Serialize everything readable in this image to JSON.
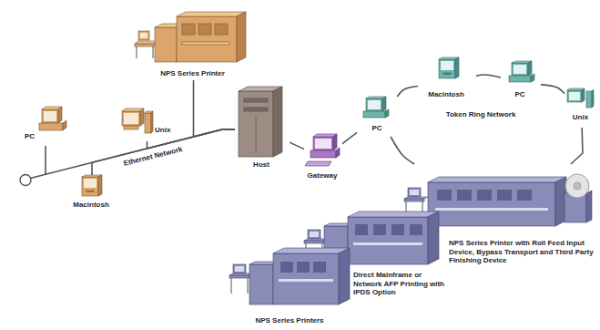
{
  "diagram": {
    "nodes": [
      {
        "text": [
          "NPS Series Printer"
        ]
      },
      {
        "text": [
          "PC"
        ]
      },
      {
        "text": [
          "Unix"
        ]
      },
      {
        "text": [
          "Macintosh"
        ]
      },
      {
        "text": [
          "Host"
        ]
      },
      {
        "text": [
          "Gateway"
        ]
      },
      {
        "text": [
          "PC"
        ]
      },
      {
        "text": [
          "Macintosh"
        ]
      },
      {
        "text": [
          "PC"
        ]
      },
      {
        "text": [
          "Unix"
        ]
      },
      {
        "text": [
          "NPS Series Printer with Roll Feed Input Device, Bypass Transport and Third Party Finishing Device"
        ]
      },
      {
        "text": [
          "Direct Mainframe or Network AFP Printing with IPDS Option"
        ]
      },
      {
        "text": [
          "NPS Series Printers"
        ]
      }
    ],
    "edges": [
      {
        "from": 1,
        "to": 4,
        "arrow": "none"
      },
      {
        "from": 2,
        "to": 4,
        "arrow": "none"
      },
      {
        "from": 3,
        "to": 4,
        "arrow": "none"
      },
      {
        "from": 0,
        "to": 4,
        "arrow": "none"
      },
      {
        "from": 4,
        "to": 5,
        "arrow": "none"
      },
      {
        "from": 5,
        "to": 6,
        "arrow": "none"
      },
      {
        "from": 6,
        "to": 7,
        "arrow": "none"
      },
      {
        "from": 7,
        "to": 8,
        "arrow": "none"
      },
      {
        "from": 8,
        "to": 9,
        "arrow": "none"
      },
      {
        "from": 9,
        "to": 10,
        "arrow": "none"
      },
      {
        "from": 10,
        "to": 6,
        "arrow": "none"
      }
    ],
    "labels": [
      "Ethernet Network",
      "Token Ring Network"
    ]
  }
}
